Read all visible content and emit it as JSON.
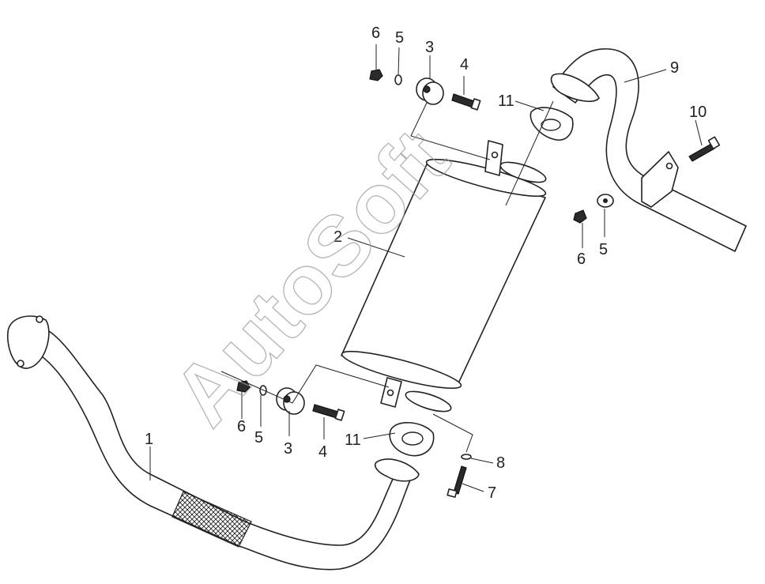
{
  "watermark": "AutoSoft",
  "callouts": {
    "c1": "1",
    "c2": "2",
    "c3a": "3",
    "c3b": "3",
    "c4a": "4",
    "c4b": "4",
    "c5a": "5",
    "c5b": "5",
    "c5c": "5",
    "c6a": "6",
    "c6b": "6",
    "c6c": "6",
    "c7": "7",
    "c8": "8",
    "c9": "9",
    "c10": "10",
    "c11a": "11",
    "c11b": "11"
  },
  "colors": {
    "line": "#222222",
    "watermark": "#9a9a9a",
    "background": "#ffffff"
  }
}
